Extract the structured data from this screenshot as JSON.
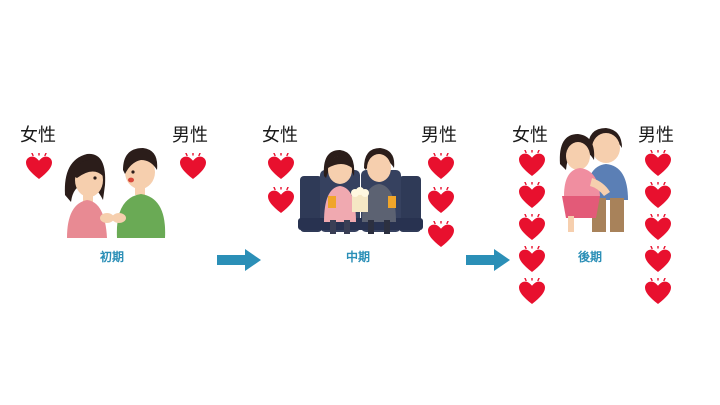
{
  "colors": {
    "heart": "#e8102e",
    "spark": "#e8102e",
    "caption": "#2b8fb7",
    "arrow": "#2b8fb7"
  },
  "stages": [
    {
      "female_label": "女性",
      "male_label": "男性",
      "caption": "初期",
      "female_hearts": 1,
      "male_hearts": 1
    },
    {
      "female_label": "女性",
      "male_label": "男性",
      "caption": "中期",
      "female_hearts": 2,
      "male_hearts": 3
    },
    {
      "female_label": "女性",
      "male_label": "男性",
      "caption": "後期",
      "female_hearts": 5,
      "male_hearts": 5
    }
  ]
}
